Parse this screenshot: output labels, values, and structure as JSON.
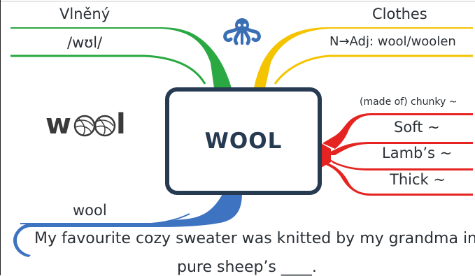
{
  "center": {
    "word": "WOOL"
  },
  "top_left_branch": {
    "translation": "Vlněný",
    "pronunciation": "/wʊl/"
  },
  "top_right_branch": {
    "topic": "Clothes",
    "word_form": "N→Adj: wool/woolen"
  },
  "right_branch": {
    "header": "(made of) chunky ~",
    "items": [
      "Soft ~",
      "Lamb’s ~",
      "Thick ~"
    ]
  },
  "bottom_branch": {
    "label": "wool",
    "sentence_line1": "My favourite cozy sweater was knitted by my grandma in",
    "sentence_line2": "pure sheep’s ____."
  },
  "logo": {
    "text_left": "w",
    "text_right": "l",
    "icon": "yarn-ball-icon"
  },
  "mascot": {
    "icon": "octopus-icon"
  },
  "colors": {
    "green": "#2aa842",
    "yellow": "#f4c400",
    "red": "#e52421",
    "blue": "#3d73c0",
    "navy": "#263a52",
    "octopus": "#3a6fb4"
  }
}
